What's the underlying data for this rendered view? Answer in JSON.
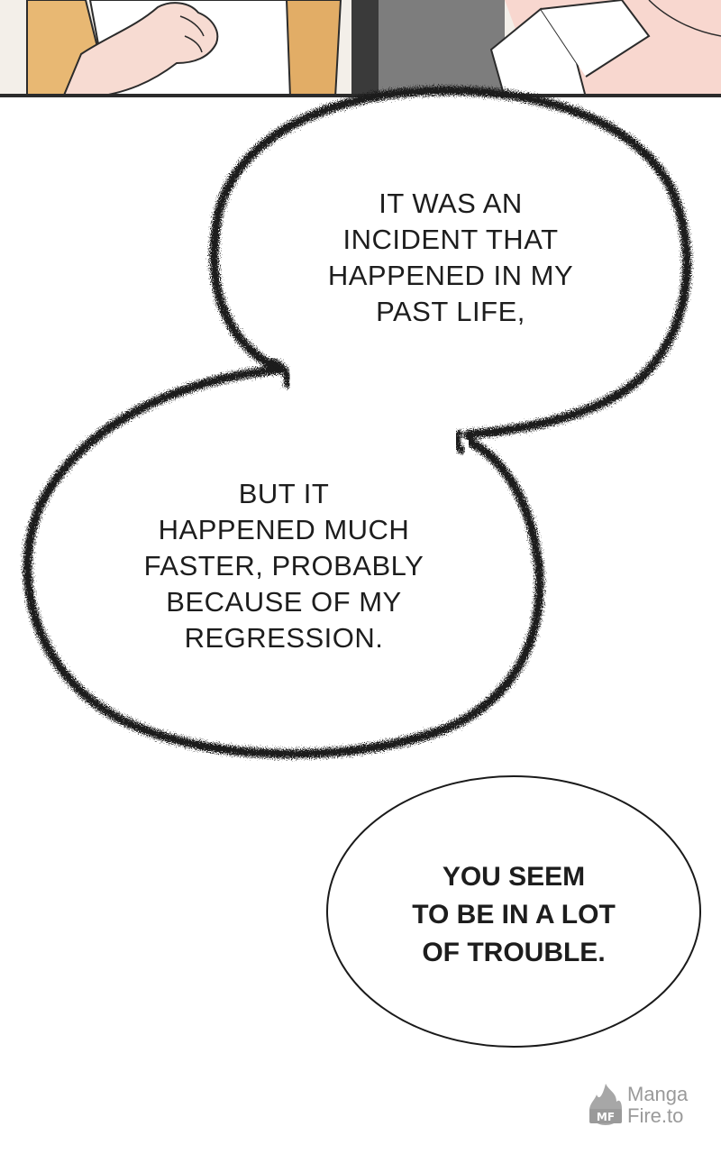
{
  "bubbles": {
    "thought_upper": [
      "IT WAS AN",
      "INCIDENT THAT",
      "HAPPENED IN MY",
      "PAST LIFE,"
    ],
    "thought_lower": [
      "BUT IT",
      "HAPPENED MUCH",
      "FASTER, PROBABLY",
      "BECAUSE OF MY",
      "REGRESSION."
    ],
    "speech": [
      "YOU SEEM",
      "TO BE IN A LOT",
      "OF TROUBLE."
    ]
  },
  "watermark": {
    "line1": "Manga",
    "line2": "Fire.to",
    "logo_letters": "MF"
  },
  "colors": {
    "ink": "#1d1d1d",
    "skin": "#f6d9cf",
    "sleeve": "#e6b46d",
    "watermark": "#9a9a9a"
  }
}
